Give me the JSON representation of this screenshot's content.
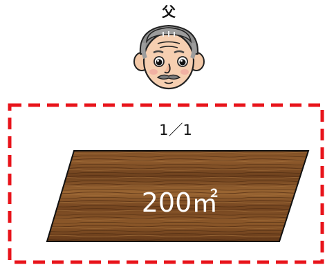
{
  "person": {
    "label": "父",
    "icon": "elderly-man-icon"
  },
  "boundary": {
    "color": "#e8141b",
    "style": "dashed"
  },
  "parcel": {
    "share": "1／1",
    "area": "200㎡",
    "texture": "wood-grain"
  }
}
